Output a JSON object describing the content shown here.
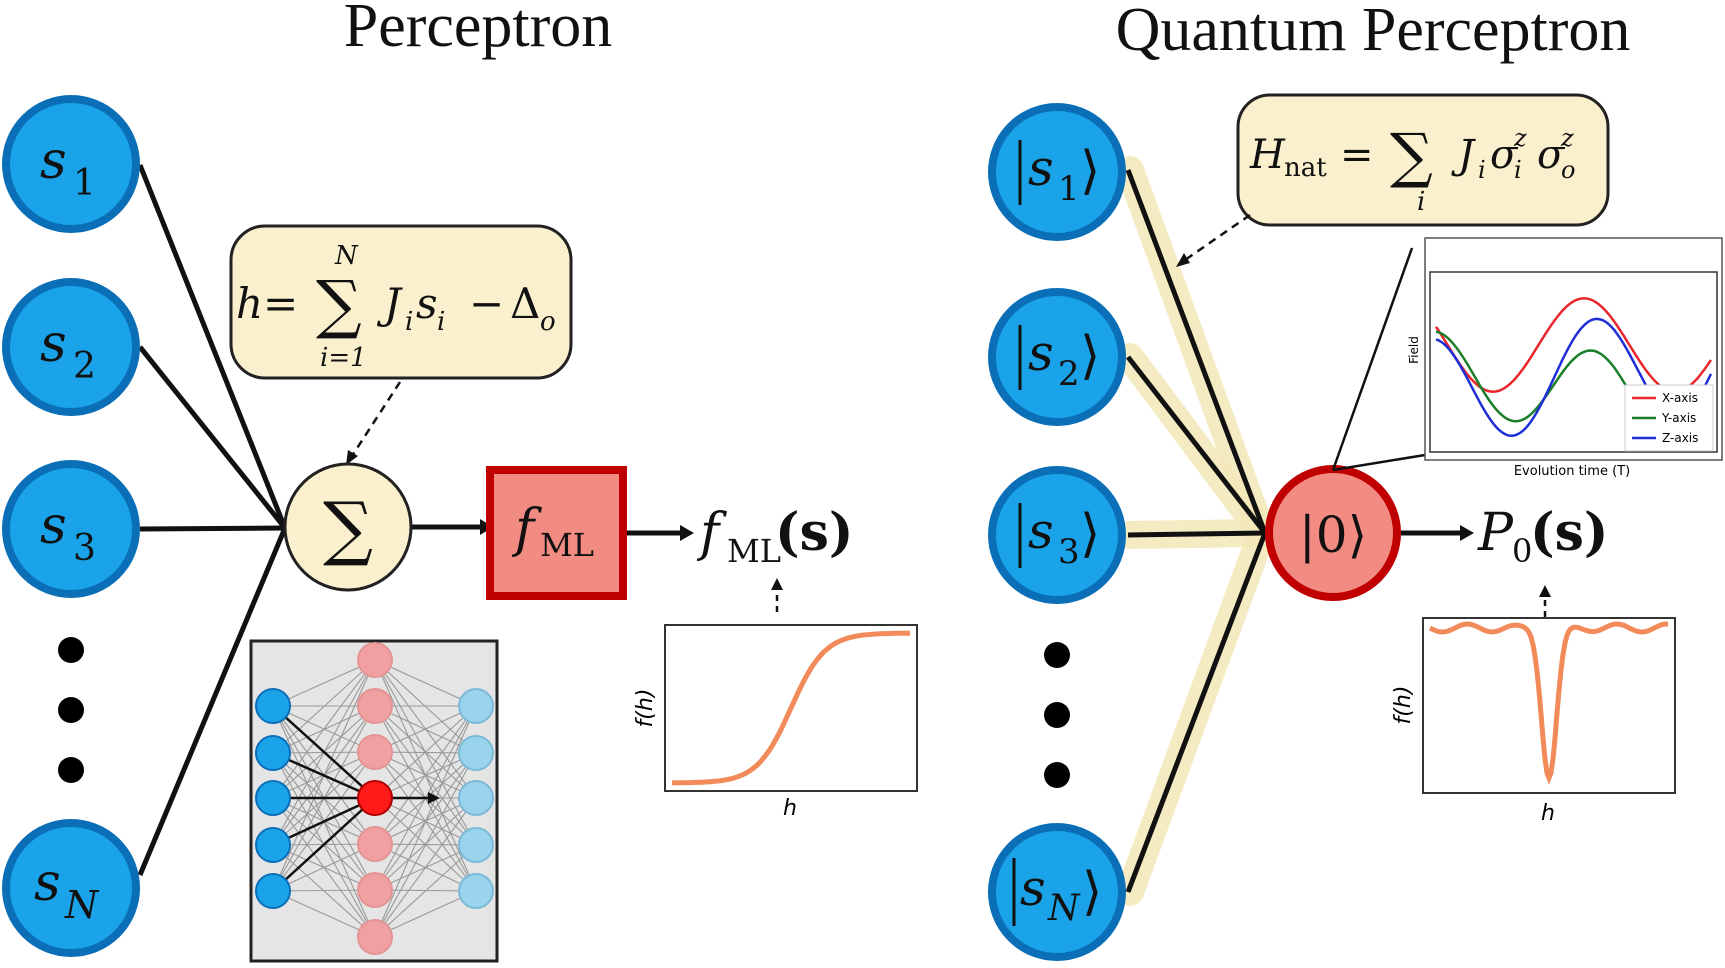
{
  "titles": {
    "left": "Perceptron",
    "right": "Quantum Perceptron"
  },
  "left": {
    "inputs": [
      "s",
      "s",
      "s",
      "s"
    ],
    "input_subs": [
      "1",
      "2",
      "3",
      "N"
    ],
    "sum_symbol": "∑",
    "formula": {
      "lhs": "h",
      "eq": "=",
      "sum": "∑",
      "upper": "N",
      "lower": "i=1",
      "body": "J",
      "body_sub": "i",
      "body2": "s",
      "body2_sub": "i",
      "minus": "−",
      "delta": "Δ",
      "delta_sub": "o"
    },
    "activation_box": {
      "main": "f",
      "sub": "ML"
    },
    "output": {
      "main": "f",
      "sub": "ML",
      "arg": "(s)"
    },
    "plot": {
      "ylabel": "f(h)",
      "xlabel": "h",
      "shape": "sigmoid"
    }
  },
  "right": {
    "inputs": [
      "|s",
      "|s",
      "|s",
      "|s"
    ],
    "input_subs": [
      "1",
      "2",
      "3",
      "N"
    ],
    "ket_close": "⟩",
    "output_node": "|0⟩",
    "formula": {
      "lhs": "H",
      "lhs_sub": "nat",
      "eq": "=",
      "sum": "∑",
      "lower": "i",
      "body": "J",
      "body_sub": "i",
      "sigma": "σ",
      "sigma_sub1": "i",
      "sigma_sup1": "z",
      "sigma_sub2": "o",
      "sigma_sup2": "z"
    },
    "output": {
      "main": "P",
      "sub": "0",
      "arg": "(s)"
    },
    "plot": {
      "ylabel": "f(h)",
      "xlabel": "h",
      "shape": "dip"
    },
    "field_plot": {
      "ylabel": "Field",
      "xlabel": "Evolution time (T)",
      "legend": [
        {
          "name": "X-axis",
          "color": "#e8262b"
        },
        {
          "name": "Y-axis",
          "color": "#1a7f28"
        },
        {
          "name": "Z-axis",
          "color": "#1f2fd6"
        }
      ]
    }
  },
  "colors": {
    "node_blue": "#1aa3e8",
    "node_border": "#0b6fb8",
    "formula_box": "#fbf0cd",
    "activation_red": "#f28b82",
    "activation_border": "#c00000",
    "curve_orange": "#f28a5a"
  }
}
